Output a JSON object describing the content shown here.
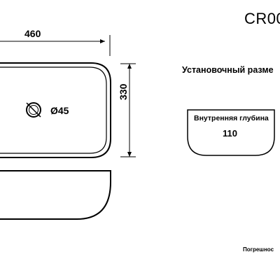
{
  "title": "CR00",
  "dimensions": {
    "width": "460",
    "height": "330",
    "drain": "Ø45"
  },
  "install_heading": "Установочный разме",
  "inner_depth": {
    "caption": "Внутренняя глубина",
    "value": "110"
  },
  "tolerance_note": "Погрешнос",
  "colors": {
    "line": "#000000",
    "background": "#ffffff"
  },
  "icons": [
    "drain-icon"
  ]
}
